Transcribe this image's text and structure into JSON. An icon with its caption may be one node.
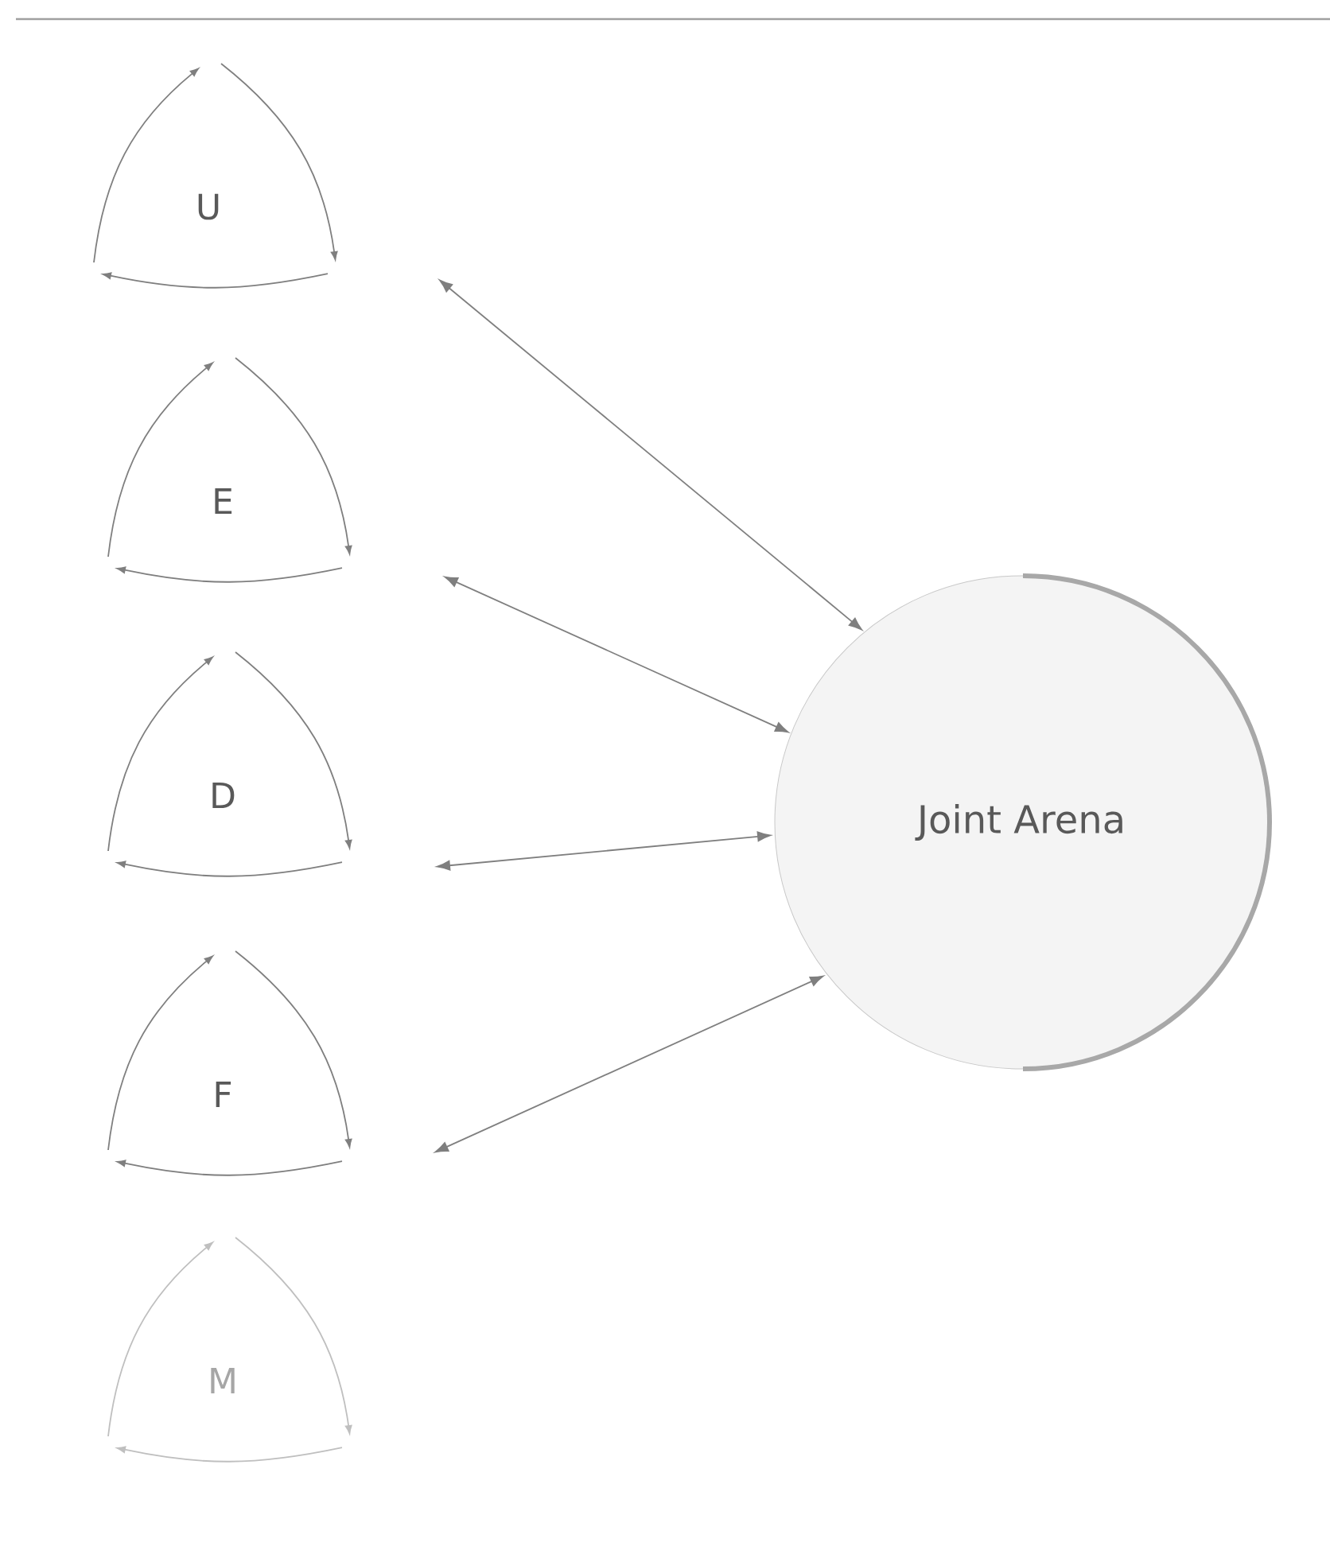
{
  "diagram": {
    "nodes": [
      {
        "text": [
          "U"
        ]
      },
      {
        "text": [
          "E"
        ]
      },
      {
        "text": [
          "D"
        ]
      },
      {
        "text": [
          "F"
        ]
      },
      {
        "text": [
          "M"
        ]
      },
      {
        "text": [
          "Joint Arena"
        ]
      }
    ],
    "edges": [
      {
        "from": 0,
        "to": 5,
        "arrow": "both"
      },
      {
        "from": 1,
        "to": 5,
        "arrow": "both"
      },
      {
        "from": 2,
        "to": 5,
        "arrow": "both"
      },
      {
        "from": 3,
        "to": 5,
        "arrow": "both"
      }
    ]
  }
}
